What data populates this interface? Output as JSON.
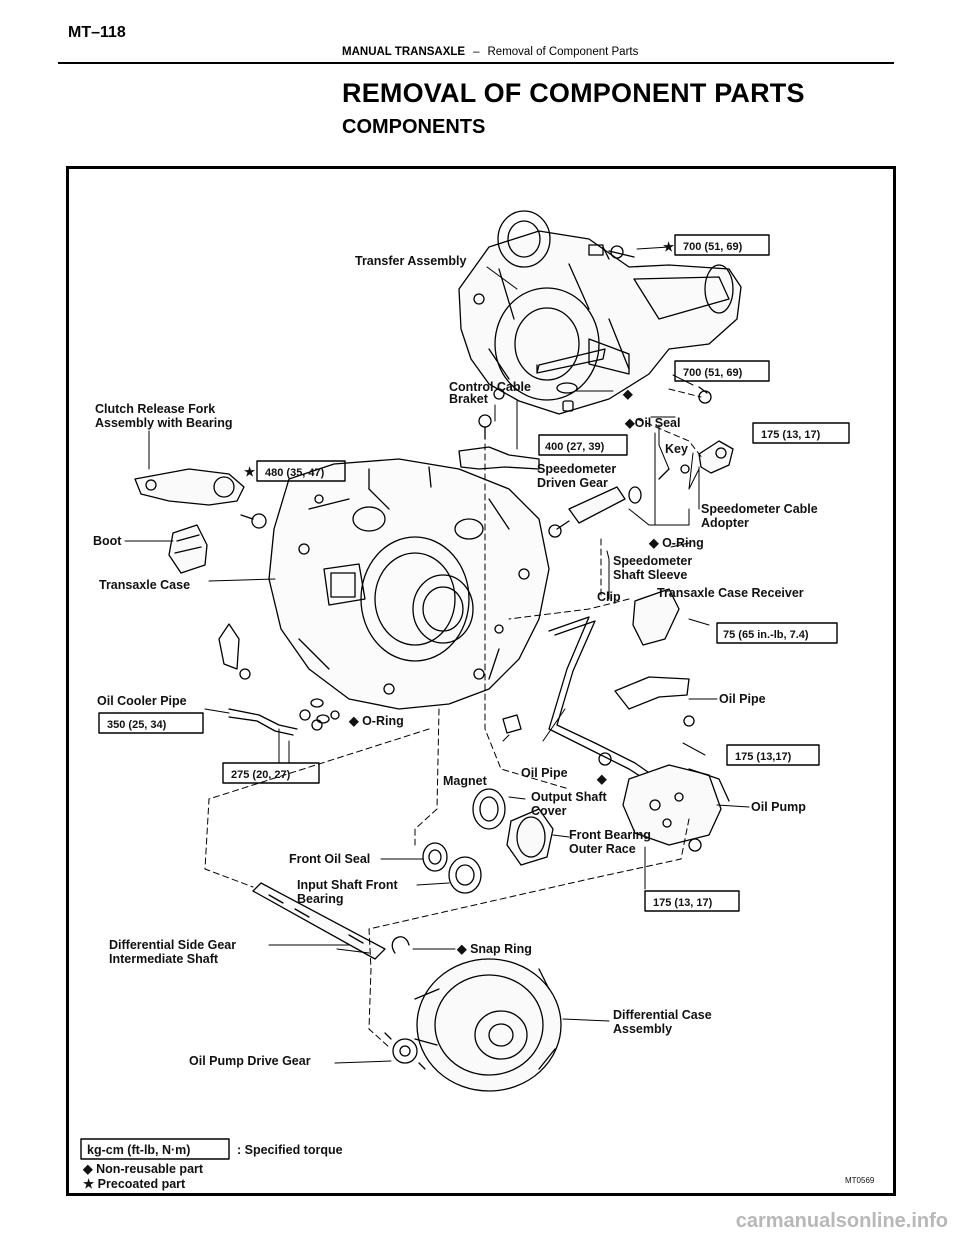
{
  "header": {
    "page_id": "MT–118",
    "section": "MANUAL TRANSAXLE",
    "separator": "–",
    "topic": "Removal of Component Parts"
  },
  "title": "REMOVAL OF COMPONENT PARTS",
  "subtitle": "COMPONENTS",
  "labels": {
    "transfer_assembly": "Transfer Assembly",
    "control_cable": "Control Cable",
    "braket": "Braket",
    "clutch_fork_1": "Clutch Release Fork",
    "clutch_fork_2": "Assembly with Bearing",
    "oil_seal": "◆Oil Seal",
    "key": "Key",
    "speedo_driven_1": "Speedometer",
    "speedo_driven_2": "Driven Gear",
    "speedo_adopter_1": "Speedometer Cable",
    "speedo_adopter_2": "Adopter",
    "o_ring_1": "◆ O-Ring",
    "boot": "Boot",
    "speedo_sleeve_1": "Speedometer",
    "speedo_sleeve_2": "Shaft Sleeve",
    "transaxle_case": "Transaxle Case",
    "clip": "Clip",
    "case_receiver": "Transaxle Case Receiver",
    "oil_cooler_pipe": "Oil Cooler Pipe",
    "o_ring_2": "◆ O-Ring",
    "oil_pipe_1": "Oil Pipe",
    "magnet": "Magnet",
    "oil_pipe_2": "Oil Pipe",
    "output_cover_1": "Output Shaft",
    "output_cover_2": "Cover",
    "oil_pump": "Oil Pump",
    "front_bearing_1": "Front Bearing",
    "front_bearing_2": "Outer Race",
    "front_oil_seal": "Front Oil Seal",
    "input_bearing_1": "Input Shaft Front",
    "input_bearing_2": "Bearing",
    "diff_side_gear_1": "Differential Side Gear",
    "diff_side_gear_2": "Intermediate Shaft",
    "snap_ring": "◆ Snap Ring",
    "diff_case_1": "Differential Case",
    "diff_case_2": "Assembly",
    "oil_pump_drive_gear": "Oil Pump Drive Gear"
  },
  "torques": {
    "t1": "700 (51, 69)",
    "t2": "700 (51, 69)",
    "t3": "400 (27, 39)",
    "t4": "175 (13, 17)",
    "t5": "480 (35, 47)",
    "t6": "75 (65 in.-lb, 7.4)",
    "t7": "350 (25, 34)",
    "t8": "175 (13,17)",
    "t9": "275 (20, 27)",
    "t10": "175 (13, 17)"
  },
  "legend": {
    "box": "kg-cm (ft-lb, N·m)",
    "specified": ": Specified torque",
    "non_reusable": "◆ Non-reusable part",
    "precoated": "★ Precoated part"
  },
  "figure_code": "MT0569",
  "watermark": "carmanualsonline.info"
}
